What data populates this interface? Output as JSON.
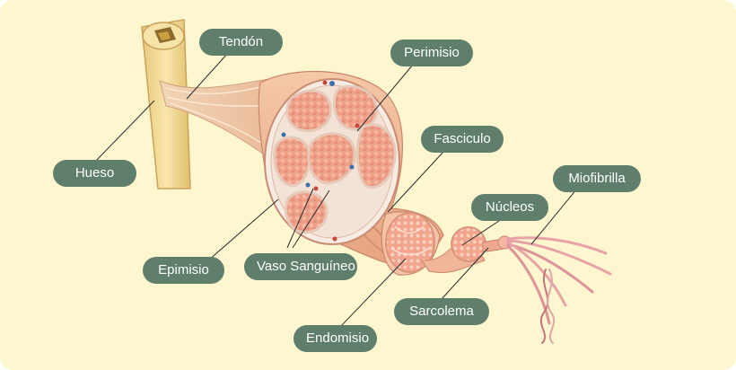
{
  "labels": {
    "tendon": "Tendón",
    "perimisio": "Perimisio",
    "fasciculo": "Fasciculo",
    "miofibrilla": "Miofibrilla",
    "nucleos": "Núcleos",
    "hueso": "Hueso",
    "epimisio": "Epimisio",
    "vaso": "Vaso Sanguíneo",
    "sarcolema": "Sarcolema",
    "endomisio": "Endomisio"
  },
  "colors": {
    "background": "#fdf6cf",
    "label_fill": "#5f7f6c",
    "label_text": "#ffffff",
    "bone": "#f3dc9a",
    "muscle": "#f0b898",
    "fascicle_fill": "#ee9f88",
    "connective_tissue": "#f7ece4",
    "leader_line": "#2b2b2b"
  }
}
